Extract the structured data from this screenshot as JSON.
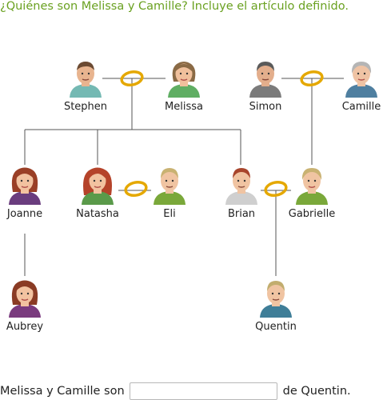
{
  "question": "¿Quiénes son Melissa y Camille? Incluye el artículo definido.",
  "people": {
    "stephen": "Stephen",
    "melissa": "Melissa",
    "simon": "Simon",
    "camille": "Camille",
    "joanne": "Joanne",
    "natasha": "Natasha",
    "eli": "Eli",
    "brian": "Brian",
    "gabrielle": "Gabrielle",
    "aubrey": "Aubrey",
    "quentin": "Quentin"
  },
  "answer": {
    "prefix": "Melissa y Camille son",
    "value": "",
    "placeholder": "",
    "suffix": "de Quentin."
  },
  "colors": {
    "question": "#6aa121",
    "ring": "#f0b400",
    "line": "#555555"
  }
}
